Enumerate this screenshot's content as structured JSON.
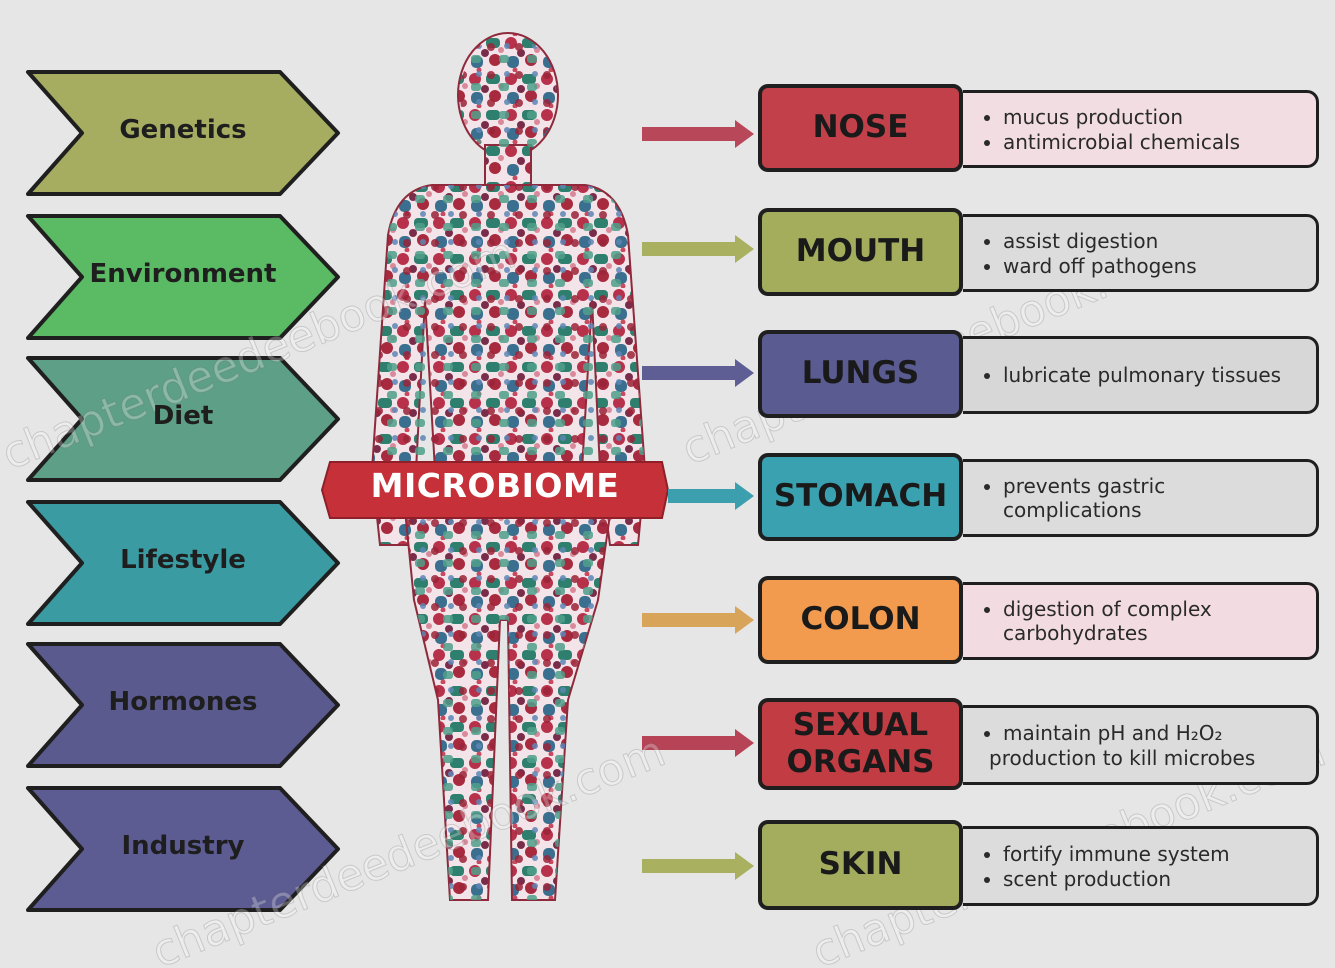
{
  "center_label": "MICROBIOME",
  "factors": [
    {
      "label": "Genetics",
      "color": "#a6ad60"
    },
    {
      "label": "Environment",
      "color": "#5bbb65"
    },
    {
      "label": "Diet",
      "color": "#5e9f87"
    },
    {
      "label": "Lifestyle",
      "color": "#3a9ba2"
    },
    {
      "label": "Hormones",
      "color": "#5a5a8e"
    },
    {
      "label": "Industry",
      "color": "#5c5b92"
    }
  ],
  "organs": [
    {
      "name": "NOSE",
      "color": "#c2404a",
      "desc_bg": "#f1dde2",
      "arrow_color": "#b8475a",
      "bullets": [
        "mucus production",
        "antimicrobial chemicals"
      ]
    },
    {
      "name": "MOUTH",
      "color": "#a3ad5c",
      "desc_bg": "#dcdcdc",
      "arrow_color": "#a9b05f",
      "bullets": [
        "assist digestion",
        "ward off pathogens"
      ]
    },
    {
      "name": "LUNGS",
      "color": "#5a5b90",
      "desc_bg": "#d7d7d7",
      "arrow_color": "#5e5e94",
      "bullets": [
        "lubricate pulmonary tissues"
      ]
    },
    {
      "name": "STOMACH",
      "color": "#3aa1b0",
      "desc_bg": "#dcdcdc",
      "arrow_color": "#3b9fae",
      "bullets": [
        "prevents gastric complications"
      ]
    },
    {
      "name": "COLON",
      "color": "#f29a4e",
      "desc_bg": "#f3dce1",
      "arrow_color": "#d8a45a",
      "bullets": [
        "digestion of complex carbohydrates"
      ]
    },
    {
      "name_lines": [
        "SEXUAL",
        "ORGANS"
      ],
      "color": "#c23c44",
      "desc_bg": "#dcdcdc",
      "arrow_color": "#b64456",
      "bullet_first": "maintain pH and H₂O₂",
      "line_second": "production to kill microbes"
    },
    {
      "name": "SKIN",
      "color": "#a4ad5e",
      "desc_bg": "#dcdcdc",
      "arrow_color": "#a9b05f",
      "bullets": [
        "fortify immune system",
        "scent production"
      ]
    }
  ],
  "watermark": "chapterdeedeebook.com"
}
